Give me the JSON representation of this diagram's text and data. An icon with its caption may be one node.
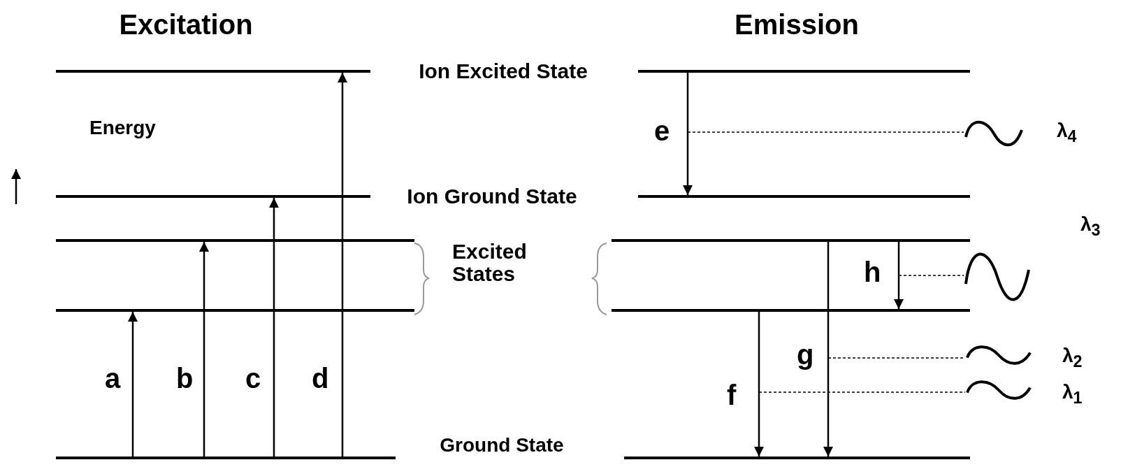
{
  "diagram": {
    "nodes": [
      {
        "text": [],
        "shape": "bar"
      },
      {
        "text": [],
        "shape": "bar"
      },
      {
        "text": [],
        "shape": "bar"
      },
      {
        "text": [],
        "shape": "bar"
      },
      {
        "text": [],
        "shape": "bar"
      },
      {
        "text": [],
        "shape": "bar"
      },
      {
        "text": [],
        "shape": "bar"
      },
      {
        "text": [],
        "shape": "bar"
      },
      {
        "text": [],
        "shape": "bar"
      },
      {
        "text": [],
        "shape": "bar"
      },
      {
        "text": [],
        "shape": "wave",
        "beside": [
          "λ$_{4}$"
        ]
      },
      {
        "text": [],
        "shape": "wave",
        "beside": [
          "λ$_{3}$"
        ]
      },
      {
        "text": [],
        "shape": "wave",
        "beside": [
          "λ$_{2}$"
        ]
      },
      {
        "text": [],
        "shape": "wave",
        "beside": [
          "λ$_{1}$"
        ]
      }
    ],
    "edges": [
      {
        "from": 4,
        "to": 3,
        "arrow": "to",
        "label": "a"
      },
      {
        "from": 4,
        "to": 2,
        "arrow": "to",
        "label": "b"
      },
      {
        "from": 4,
        "to": 1,
        "arrow": "to",
        "label": "c"
      },
      {
        "from": 4,
        "to": 0,
        "arrow": "to",
        "label": "d"
      },
      {
        "from": 5,
        "to": 6,
        "arrow": "to",
        "label": "e"
      },
      {
        "from": 8,
        "to": 9,
        "arrow": "to",
        "label": "f"
      },
      {
        "from": 7,
        "to": 9,
        "arrow": "to",
        "label": "g"
      },
      {
        "from": 7,
        "to": 8,
        "arrow": "to",
        "label": "h"
      },
      {
        "from": null,
        "to": 10,
        "arrow": "none",
        "style": "dashed"
      },
      {
        "from": null,
        "to": 11,
        "arrow": "none",
        "style": "dashed"
      },
      {
        "from": null,
        "to": 12,
        "arrow": "none",
        "style": "dashed"
      },
      {
        "from": null,
        "to": 13,
        "arrow": "none",
        "style": "dashed"
      }
    ],
    "labels": [
      "Excitation",
      "Emission",
      "Ion Excited State",
      "Energy",
      "Ion Ground State",
      "Excited States",
      "Ground State"
    ]
  }
}
